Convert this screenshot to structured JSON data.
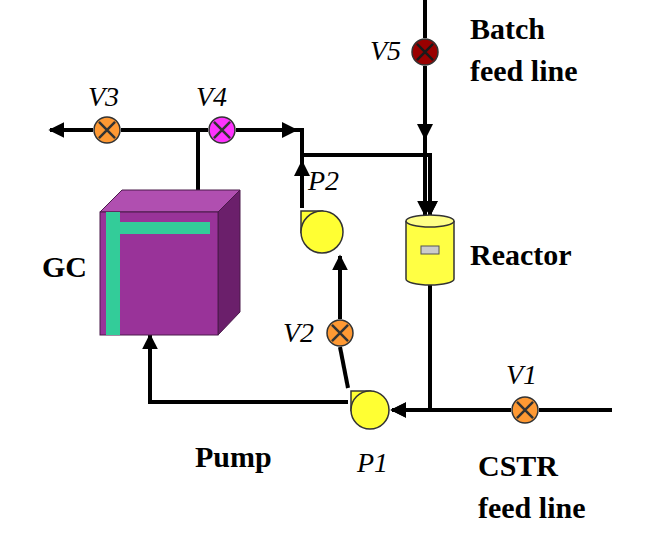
{
  "diagram": {
    "nodes": [
      {
        "text": [
          "V5"
        ]
      },
      {
        "text": [
          "V3"
        ]
      },
      {
        "text": [
          "V4"
        ]
      },
      {
        "text": [
          "P2"
        ]
      },
      {
        "text": [
          "Reactor"
        ]
      },
      {
        "text": [
          "GC"
        ]
      },
      {
        "text": [
          "V2"
        ]
      },
      {
        "text": [
          "Pump",
          "P1"
        ]
      },
      {
        "text": [
          "V1"
        ]
      }
    ],
    "edges": [
      {
        "from": 0,
        "to": 4,
        "arrow": "to"
      },
      {
        "from": 2,
        "to": 4,
        "arrow": "to"
      },
      {
        "from": 3,
        "to": 4,
        "arrow": "to"
      },
      {
        "from": 5,
        "to": 1,
        "arrow": "none"
      },
      {
        "from": 5,
        "to": 2,
        "arrow": "none"
      },
      {
        "from": 4,
        "to": 7,
        "arrow": "to"
      },
      {
        "from": 8,
        "to": 7,
        "arrow": "to"
      },
      {
        "from": 7,
        "to": 6,
        "arrow": "none"
      },
      {
        "from": 6,
        "to": 3,
        "arrow": "to"
      },
      {
        "from": 7,
        "to": 5,
        "arrow": "to"
      }
    ],
    "labels": [
      "Batch feed line",
      "CSTR feed line"
    ]
  }
}
